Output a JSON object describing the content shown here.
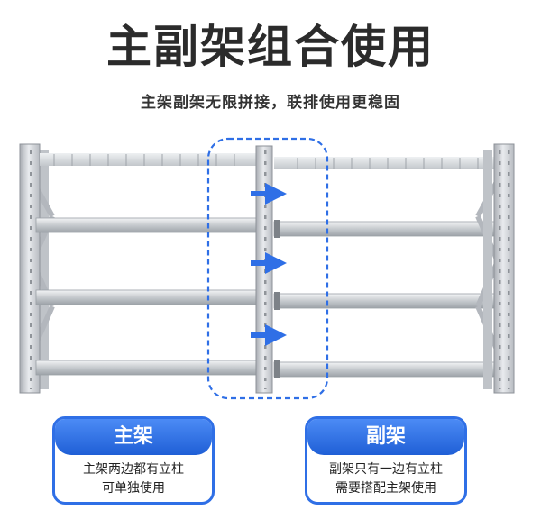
{
  "title": "主副架组合使用",
  "subtitle": "主架副架无限拼接，联排使用更稳固",
  "cards": {
    "main": {
      "label": "主架",
      "lines": [
        "主架两边都有立柱",
        "可单独使用"
      ]
    },
    "sub": {
      "label": "副架",
      "lines": [
        "副架只有一边有立柱",
        "需要搭配主架使用"
      ]
    }
  },
  "colors": {
    "accent": "#2f6fe6",
    "title": "#2b2b2b",
    "rack_metal": "#c9ccd0"
  },
  "icons": {
    "connect_arrows": "arrow-right-icon",
    "highlight": "dashed-rounded-rectangle"
  }
}
